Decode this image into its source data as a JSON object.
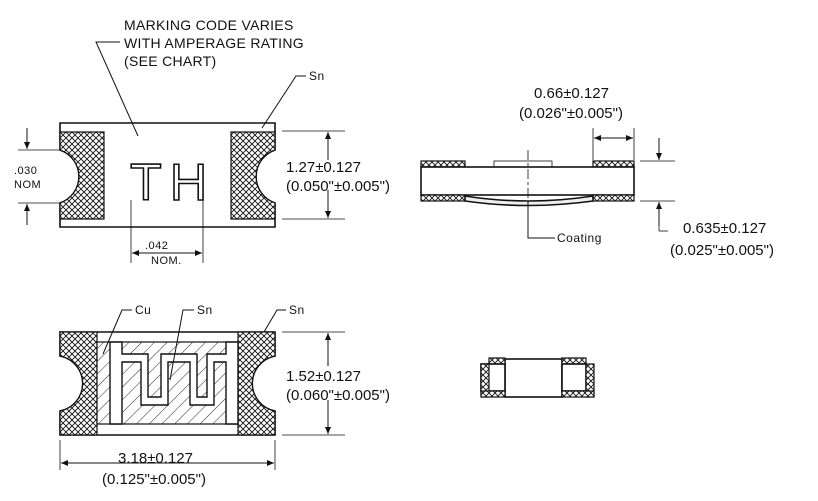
{
  "notes": {
    "marking_line1": "MARKING CODE VARIES",
    "marking_line2": "WITH AMPERAGE RATING",
    "marking_line3": "(SEE CHART)",
    "marking_code": "TH"
  },
  "labels": {
    "sn": "Sn",
    "cu": "Cu",
    "coating": "Coating"
  },
  "dims": {
    "notch_dia": ".030",
    "notch_nom": "NOM",
    "char_gap": ".042",
    "char_nom": "NOM.",
    "width_top_mm": "1.27±0.127",
    "width_top_in": "(0.050\"±0.005\")",
    "thickness_mm": "0.66±0.127",
    "thickness_in": "(0.026\"±0.005\")",
    "term_mm": "0.635±0.127",
    "term_in": "(0.025\"±0.005\")",
    "width_bottom_mm": "1.52±0.127",
    "width_bottom_in": "(0.060\"±0.005\")",
    "length_mm": "3.18±0.127",
    "length_in": "(0.125\"±0.005\")"
  },
  "colors": {
    "line": "#111111",
    "background": "#ffffff"
  }
}
